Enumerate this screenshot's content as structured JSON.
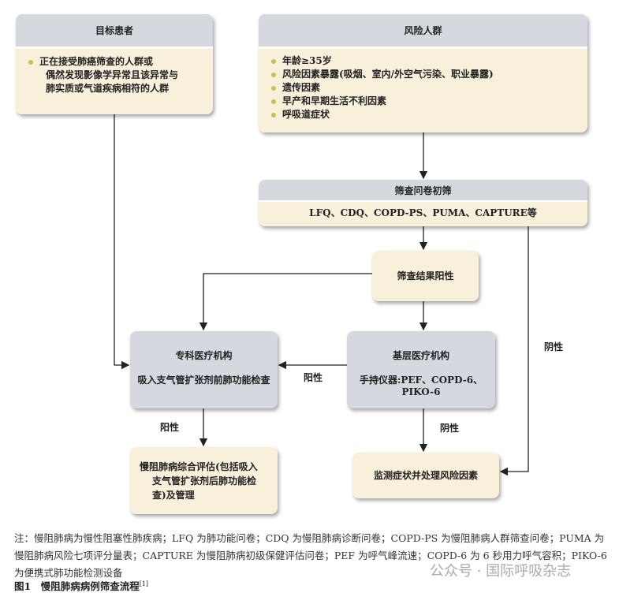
{
  "target": {
    "title": "目标患者",
    "items": [
      "正在接受肺癌筛查的人群或",
      "偶然发现影像学异常且该异常与",
      "肺实质或气道疾病相符的人群"
    ]
  },
  "risk": {
    "title": "风险人群",
    "items": [
      "年龄≥35岁",
      "风险因素暴露(吸烟、室内/外空气污染、职业暴露)",
      "遗传因素",
      "早产和早期生活不利因素",
      "呼吸道症状"
    ]
  },
  "questionnaire": {
    "title": "筛查问卷初筛",
    "subtitle": "LFQ、CDQ、COPD-PS、PUMA、CAPTURE等"
  },
  "positive_result": "筛查结果阳性",
  "specialist": {
    "title": "专科医疗机构",
    "subtitle": "吸入支气管扩张剂前肺功能检查"
  },
  "primary": {
    "title": "基层医疗机构",
    "subtitle": "手持仪器:PEF、COPD-6、PIKO-6"
  },
  "assessment": {
    "lines": [
      "慢阻肺病综合评估(包括吸入",
      "支气管扩张剂后肺功能检",
      "查)及管理"
    ]
  },
  "monitor": "监测症状并处理风险因素",
  "labels": {
    "pos1": "阳性",
    "neg1": "阴性",
    "pos2": "阳性",
    "neg2": "阴性"
  },
  "note": "注：慢阻肺病为慢性阻塞性肺疾病；LFQ 为肺功能问卷；CDQ 为慢阻肺病诊断问卷；COPD-PS 为慢阻肺病人群筛查问卷；PUMA 为慢阻肺病风险七项评分量表；CAPTURE 为慢阻肺病初级保健评估问卷；PEF 为呼气峰流速；COPD-6 为 6 秒用力呼气容积；PIKO-6为便携式肺功能检测设备",
  "caption": "图1　慢阻肺病病例筛查流程",
  "caption_ref": "[1]",
  "watermark": "公众号 · 国际呼吸杂志"
}
